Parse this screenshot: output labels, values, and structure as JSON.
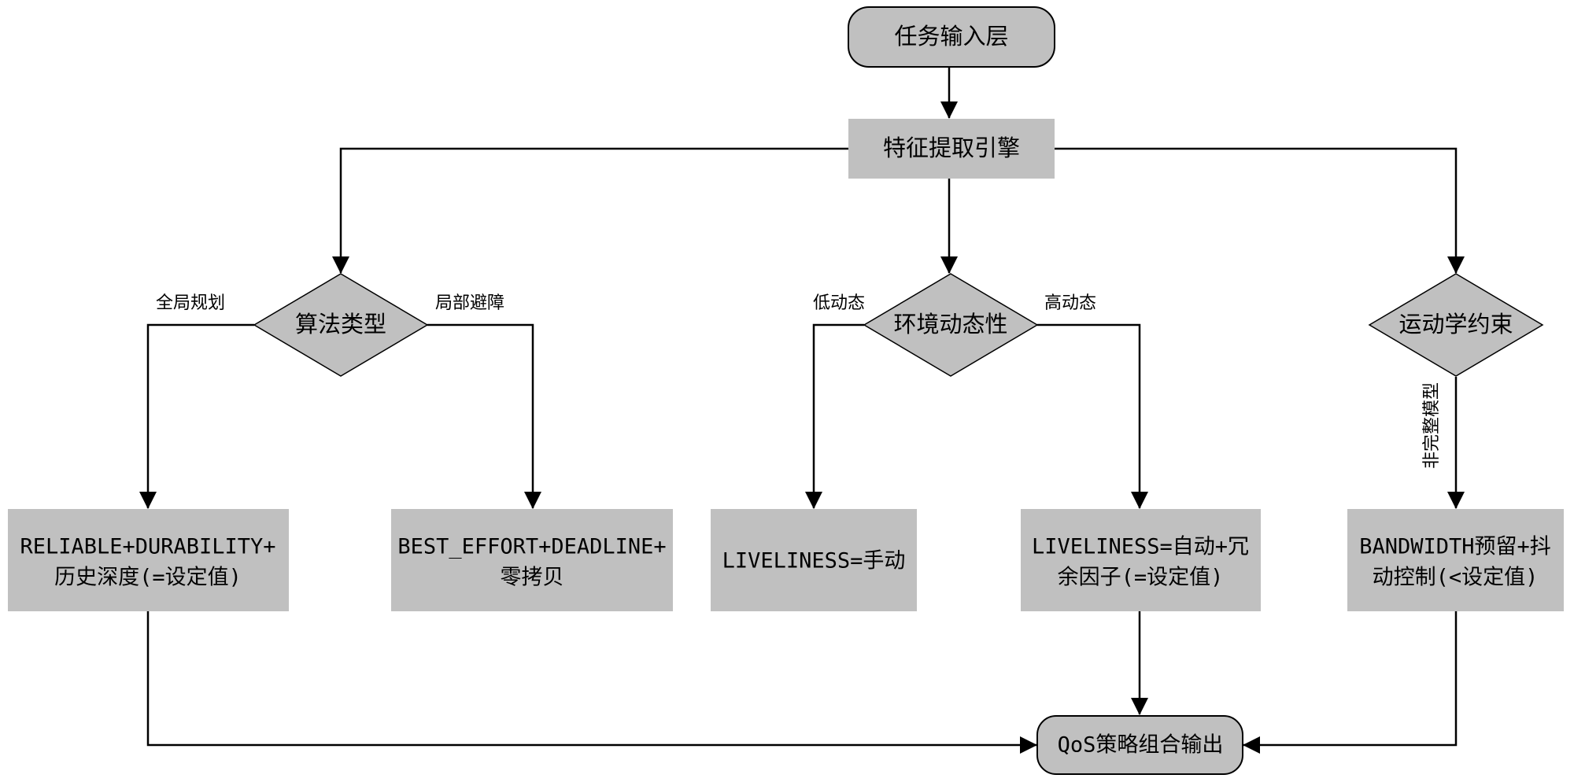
{
  "nodes": {
    "input_layer": "任务输入层",
    "feature_engine": "特征提取引擎",
    "algo_type": "算法类型",
    "env_dynamics": "环境动态性",
    "kinematics": "运动学约束",
    "reliable_line1": "RELIABLE+DURABILITY+",
    "reliable_line2": "历史深度(=设定值)",
    "besteffort_line1": "BEST_EFFORT+DEADLINE+",
    "besteffort_line2": "零拷贝",
    "liveliness_manual": "LIVELINESS=手动",
    "liveliness_auto_line1": "LIVELINESS=自动+冗",
    "liveliness_auto_line2": "余因子(=设定值)",
    "bandwidth_line1": "BANDWIDTH预留+抖",
    "bandwidth_line2": "动控制(<设定值)",
    "output": "QoS策略组合输出"
  },
  "edge_labels": {
    "global_planning": "全局规划",
    "local_avoidance": "局部避障",
    "low_dynamic": "低动态",
    "high_dynamic": "高动态",
    "nonholonomic": "非完整模型"
  },
  "colors": {
    "node_fill": "#c0c0c0",
    "stroke": "#000000",
    "background": "#ffffff"
  }
}
